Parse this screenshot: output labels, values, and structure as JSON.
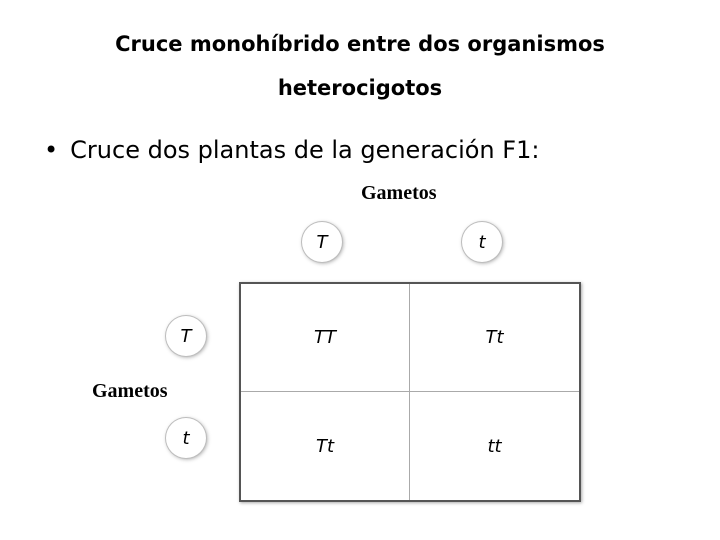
{
  "title": {
    "line1": "Cruce monohíbrido entre dos organismos",
    "line2": "heterocigotos"
  },
  "bullet": "Cruce dos plantas de la generación F1:",
  "punnett": {
    "top_label": "Gametos",
    "left_label": "Gametos",
    "top_gametes": [
      "T",
      "t"
    ],
    "left_gametes": [
      "T",
      "t"
    ],
    "cells": [
      [
        "TT",
        "Tt"
      ],
      [
        "Tt",
        "tt"
      ]
    ]
  }
}
